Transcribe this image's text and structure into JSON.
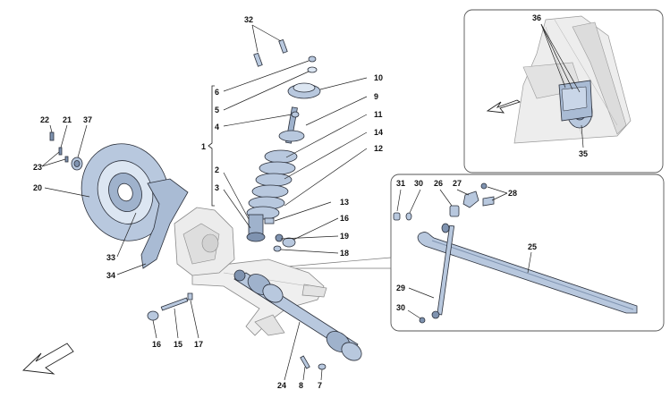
{
  "callouts": [
    {
      "id": "c32a",
      "text": "32"
    },
    {
      "id": "c6",
      "text": "6"
    },
    {
      "id": "c5",
      "text": "5"
    },
    {
      "id": "c4",
      "text": "4"
    },
    {
      "id": "c1",
      "text": "1"
    },
    {
      "id": "c2",
      "text": "2"
    },
    {
      "id": "c3",
      "text": "3"
    },
    {
      "id": "c10",
      "text": "10"
    },
    {
      "id": "c9",
      "text": "9"
    },
    {
      "id": "c11",
      "text": "11"
    },
    {
      "id": "c14",
      "text": "14"
    },
    {
      "id": "c12",
      "text": "12"
    },
    {
      "id": "c13",
      "text": "13"
    },
    {
      "id": "c16a",
      "text": "16"
    },
    {
      "id": "c19",
      "text": "19"
    },
    {
      "id": "c18",
      "text": "18"
    },
    {
      "id": "c22",
      "text": "22"
    },
    {
      "id": "c21",
      "text": "21"
    },
    {
      "id": "c37",
      "text": "37"
    },
    {
      "id": "c23",
      "text": "23"
    },
    {
      "id": "c20",
      "text": "20"
    },
    {
      "id": "c33",
      "text": "33"
    },
    {
      "id": "c34",
      "text": "34"
    },
    {
      "id": "c16b",
      "text": "16"
    },
    {
      "id": "c15",
      "text": "15"
    },
    {
      "id": "c17",
      "text": "17"
    },
    {
      "id": "c24",
      "text": "24"
    },
    {
      "id": "c8",
      "text": "8"
    },
    {
      "id": "c7",
      "text": "7"
    },
    {
      "id": "c36",
      "text": "36"
    },
    {
      "id": "c35",
      "text": "35"
    },
    {
      "id": "c31",
      "text": "31"
    },
    {
      "id": "c30a",
      "text": "30"
    },
    {
      "id": "c26",
      "text": "26"
    },
    {
      "id": "c27",
      "text": "27"
    },
    {
      "id": "c28",
      "text": "28"
    },
    {
      "id": "c25",
      "text": "25"
    },
    {
      "id": "c29",
      "text": "29"
    },
    {
      "id": "c30b",
      "text": "30"
    }
  ],
  "colors": {
    "part_fill": "#b8c8de",
    "part_dark": "#7f93b0",
    "part_light": "#dce6f2",
    "frame_grey": "#e6e6e6",
    "line": "#222222"
  }
}
